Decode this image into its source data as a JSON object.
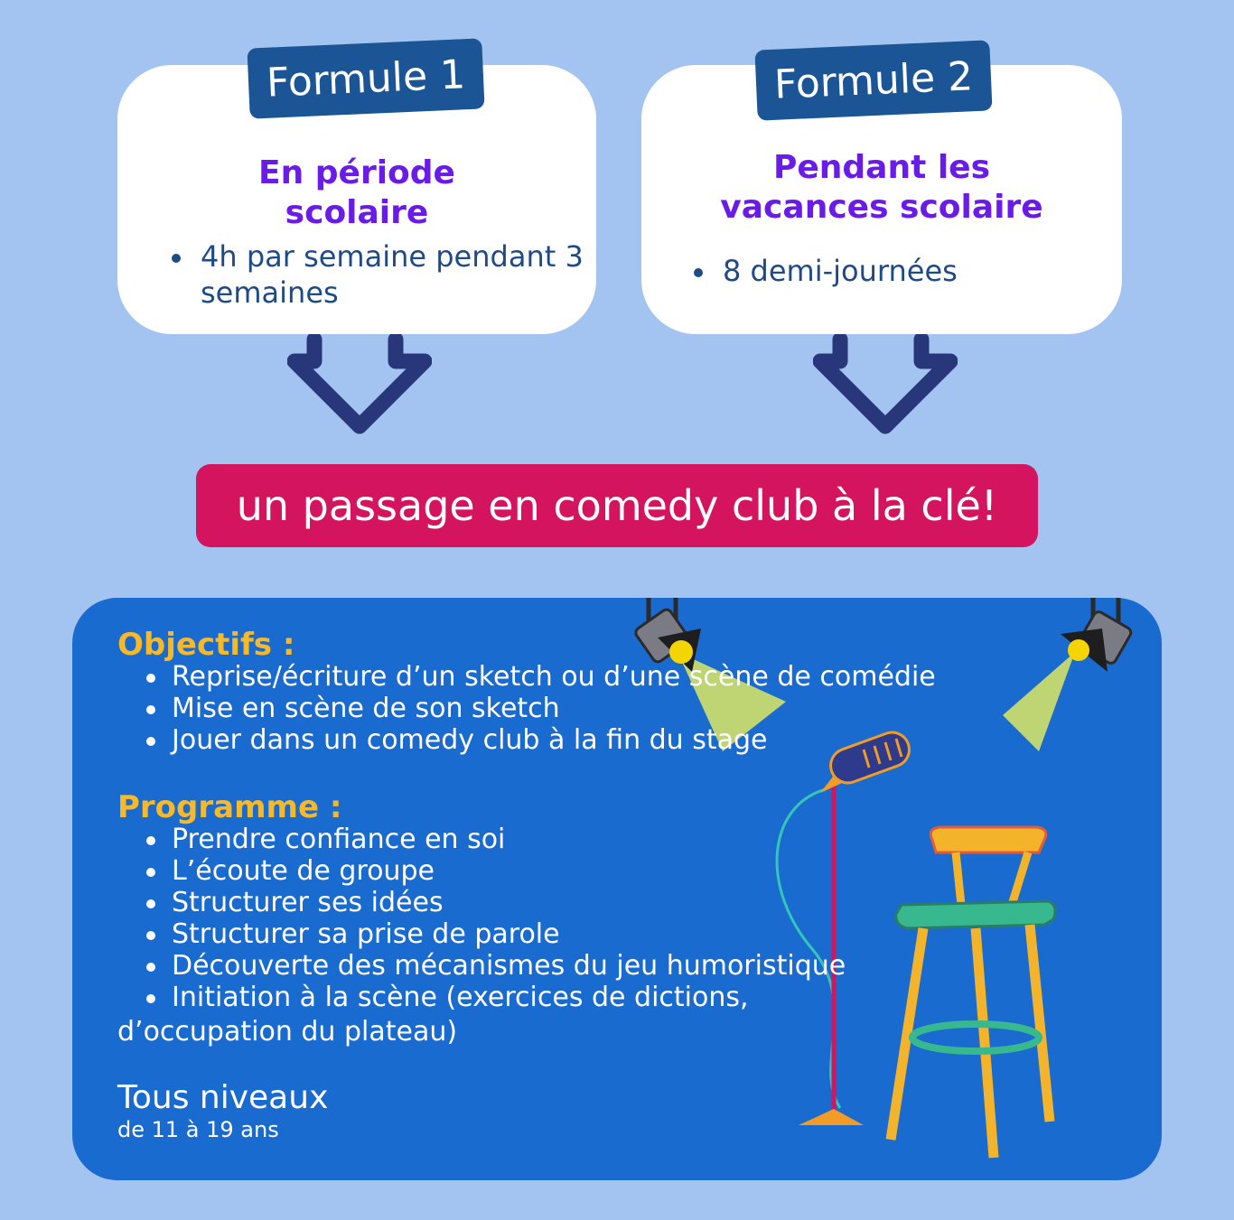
{
  "formule1": {
    "badge": "Formule 1",
    "title_line1": "En période",
    "title_line2": "scolaire",
    "items": [
      "4h par semaine pendant 3 semaines"
    ]
  },
  "formule2": {
    "badge": "Formule 2",
    "title_line1": "Pendant les",
    "title_line2": "vacances scolaire",
    "items": [
      "8 demi-journées"
    ]
  },
  "banner": "un passage en comedy club à la clé!",
  "objectifs": {
    "title": "Objectifs :",
    "items": [
      "Reprise/écriture d’un sketch ou d’une scène de comédie",
      "Mise en scène de son sketch",
      "Jouer dans un comedy club à la fin du stage"
    ]
  },
  "programme": {
    "title": "Programme :",
    "items": [
      "Prendre confiance en soi",
      "L’écoute de groupe",
      "Structurer ses idées",
      "Structurer sa prise de parole",
      "Découverte des mécanismes du jeu humoristique",
      "Initiation à la scène (exercices de dictions,"
    ],
    "item_continuation": "d’occupation du plateau)"
  },
  "footer": {
    "levels": "Tous niveaux",
    "ages": "de 11 à 19 ans"
  },
  "colors": {
    "background": "#a3c4f0",
    "badge": "#1c5595",
    "card_title": "#6b1be8",
    "banner": "#d4145f",
    "panel": "#1a6bd0",
    "section_title": "#f6b92a",
    "arrow": "#283779"
  },
  "icons": [
    "down-arrow-icon",
    "spotlight-icon",
    "microphone-icon",
    "bar-stool-icon"
  ]
}
